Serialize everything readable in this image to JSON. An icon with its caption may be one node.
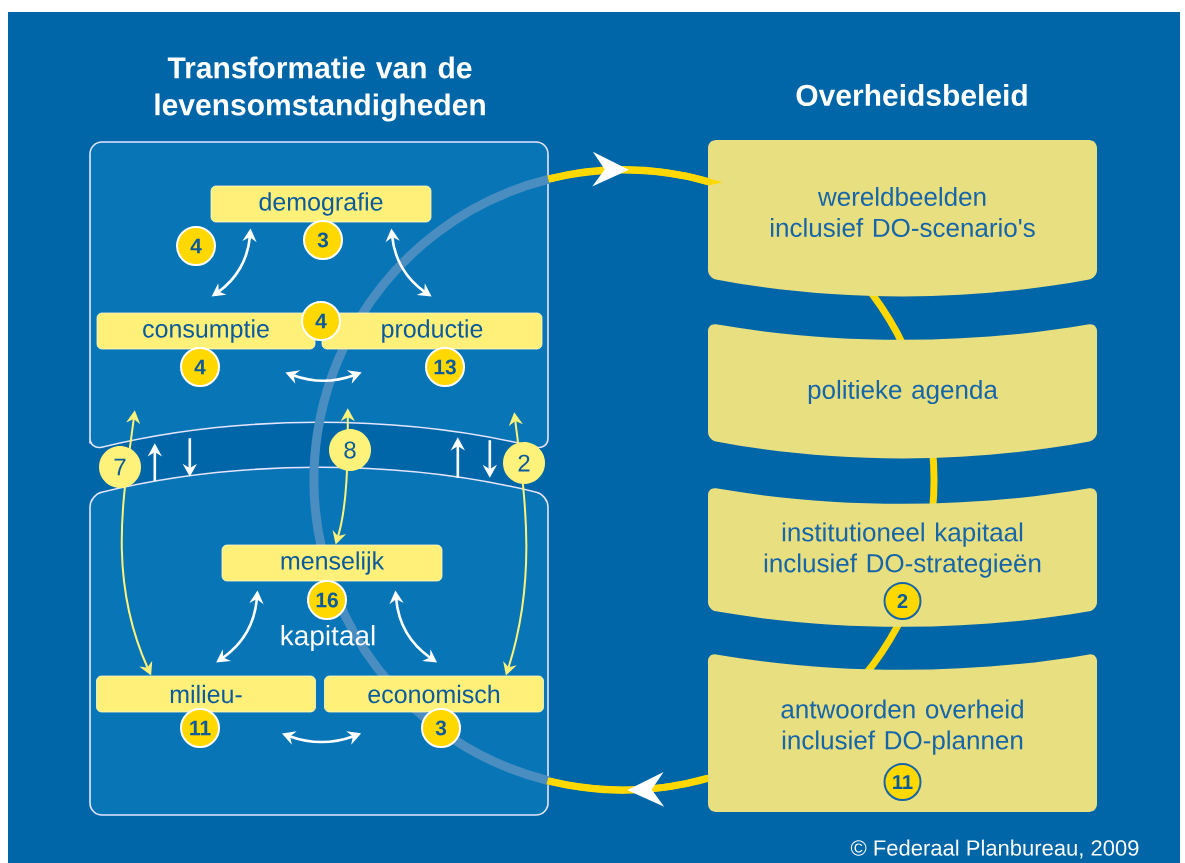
{
  "diagram": {
    "nodes": [
      {
        "text": [],
        "shape": "box"
      },
      {
        "text": [
          "demografie",
          "3"
        ],
        "in": 0
      },
      {
        "text": [
          "consumptie",
          "4"
        ],
        "in": 0
      },
      {
        "text": [
          "productie",
          "13"
        ],
        "in": 0
      },
      {
        "text": [],
        "shape": "box"
      },
      {
        "text": [
          "menselijk",
          "16"
        ],
        "in": 4
      },
      {
        "text": [
          "milieu-",
          "11"
        ],
        "in": 4
      },
      {
        "text": [
          "economisch",
          "3"
        ],
        "in": 4
      },
      {
        "text": [
          "wereldbeelden inclusief DO-scenario's"
        ]
      },
      {
        "text": [
          "politieke agenda"
        ]
      },
      {
        "text": [
          "institutioneel kapitaal inclusief DO-strategieën",
          "2"
        ]
      },
      {
        "text": [
          "antwoorden overheid inclusief DO-plannen",
          "11"
        ]
      }
    ],
    "edges": [
      {
        "from": 1,
        "to": 2,
        "arrow": "both",
        "label": "4"
      },
      {
        "from": 1,
        "to": 3,
        "arrow": "both"
      },
      {
        "from": 2,
        "to": 3,
        "arrow": "both"
      },
      {
        "from": 5,
        "to": 6,
        "arrow": "both"
      },
      {
        "from": 5,
        "to": 7,
        "arrow": "both"
      },
      {
        "from": 6,
        "to": 7,
        "arrow": "both"
      },
      {
        "from": 4,
        "to": 0,
        "arrow": "to"
      },
      {
        "from": 0,
        "to": 4,
        "arrow": "to"
      },
      {
        "from": 4,
        "to": 0,
        "arrow": "to"
      },
      {
        "from": 0,
        "to": 4,
        "arrow": "to"
      },
      {
        "from": 6,
        "to": 0,
        "arrow": "both",
        "label": "7",
        "color": "#fff27a"
      },
      {
        "from": 5,
        "to": 0,
        "arrow": "both",
        "label": "8",
        "color": "#fff27a"
      },
      {
        "from": 7,
        "to": 0,
        "arrow": "both",
        "label": "2",
        "color": "#fff27a"
      },
      {
        "from": 0,
        "to": 8,
        "arrow": "to",
        "style": "thick",
        "color": "#ffd800"
      },
      {
        "from": 11,
        "to": 4,
        "arrow": "to",
        "style": "thick",
        "color": "#ffd800"
      }
    ],
    "labels": [
      "Transformatie van de levensomstandigheden",
      "Overheidsbeleid",
      "4",
      "kapitaal",
      "© Federaal Planbureau, 2009"
    ]
  }
}
